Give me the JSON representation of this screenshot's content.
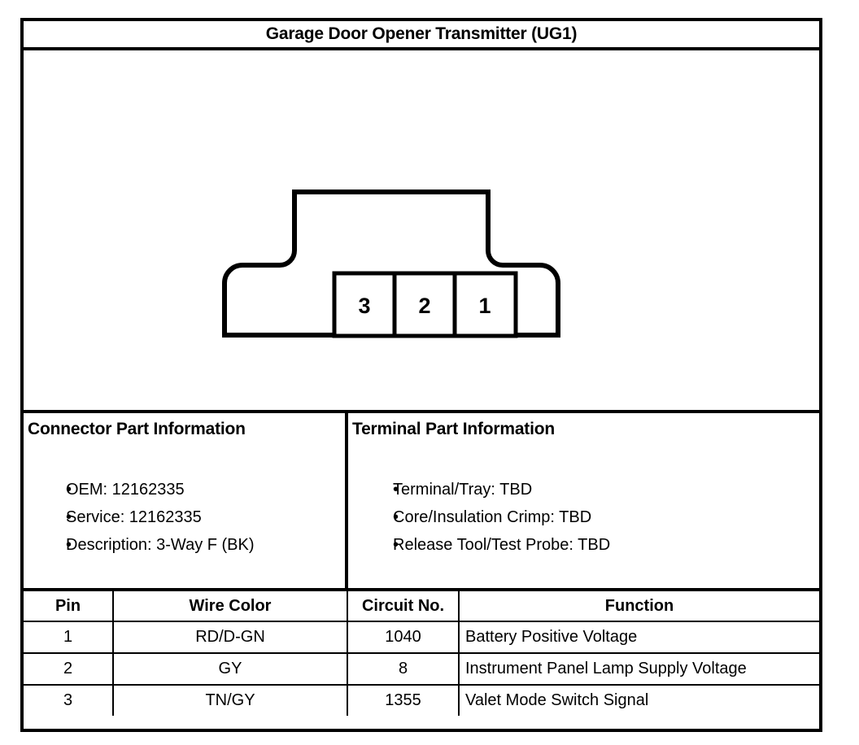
{
  "title": "Garage Door Opener Transmitter (UG1)",
  "connector": {
    "cavities": [
      {
        "label": "3"
      },
      {
        "label": "2"
      },
      {
        "label": "1"
      }
    ]
  },
  "connector_part_information": {
    "heading": "Connector Part Information",
    "items": [
      "OEM: 12162335",
      "Service: 12162335",
      "Description: 3-Way F (BK)"
    ],
    "bullet": "•"
  },
  "terminal_part_information": {
    "heading": "Terminal Part Information",
    "items": [
      "Terminal/Tray: TBD",
      "Core/Insulation Crimp: TBD",
      "Release Tool/Test Probe: TBD"
    ],
    "bullet": "•"
  },
  "pin_table": {
    "headers": [
      "Pin",
      "Wire Color",
      "Circuit No.",
      "Function"
    ],
    "rows": [
      {
        "pin": "1",
        "wire_color": "RD/D-GN",
        "circuit_no": "1040",
        "function": "Battery Positive Voltage"
      },
      {
        "pin": "2",
        "wire_color": "GY",
        "circuit_no": "8",
        "function": "Instrument Panel Lamp Supply Voltage"
      },
      {
        "pin": "3",
        "wire_color": "TN/GY",
        "circuit_no": "1355",
        "function": "Valet Mode Switch Signal"
      }
    ]
  },
  "colors": {
    "line": "#000000",
    "background": "#ffffff"
  }
}
